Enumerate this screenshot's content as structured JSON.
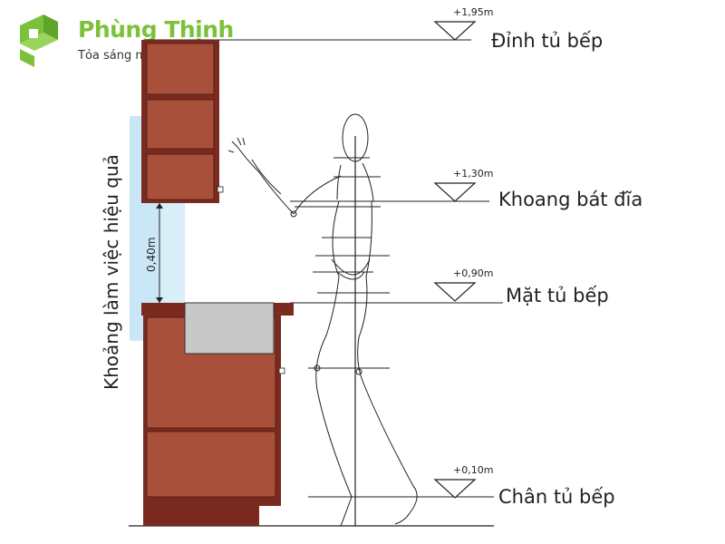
{
  "brand": {
    "name": "Phùng Thịnh",
    "tagline": "Tỏa sáng mọi gia đình"
  },
  "levels": [
    {
      "value": "+1,95m",
      "name": "Đỉnh tủ bếp"
    },
    {
      "value": "+1,30m",
      "name": "Khoang bát đĩa"
    },
    {
      "value": "+0,90m",
      "name": "Mặt tủ bếp"
    },
    {
      "value": "+0,10m",
      "name": "Chân tủ bếp"
    }
  ],
  "work_zone_label": "Khoảng làm việc hiệu quả",
  "gap_label": "0,40m",
  "colors": {
    "brand_green": "#7bc23a",
    "cabinet_fill": "#a9503a",
    "cabinet_dark": "#7a2a1f",
    "work_zone": "#bfe3f5",
    "sink": "#c8c8c8"
  }
}
